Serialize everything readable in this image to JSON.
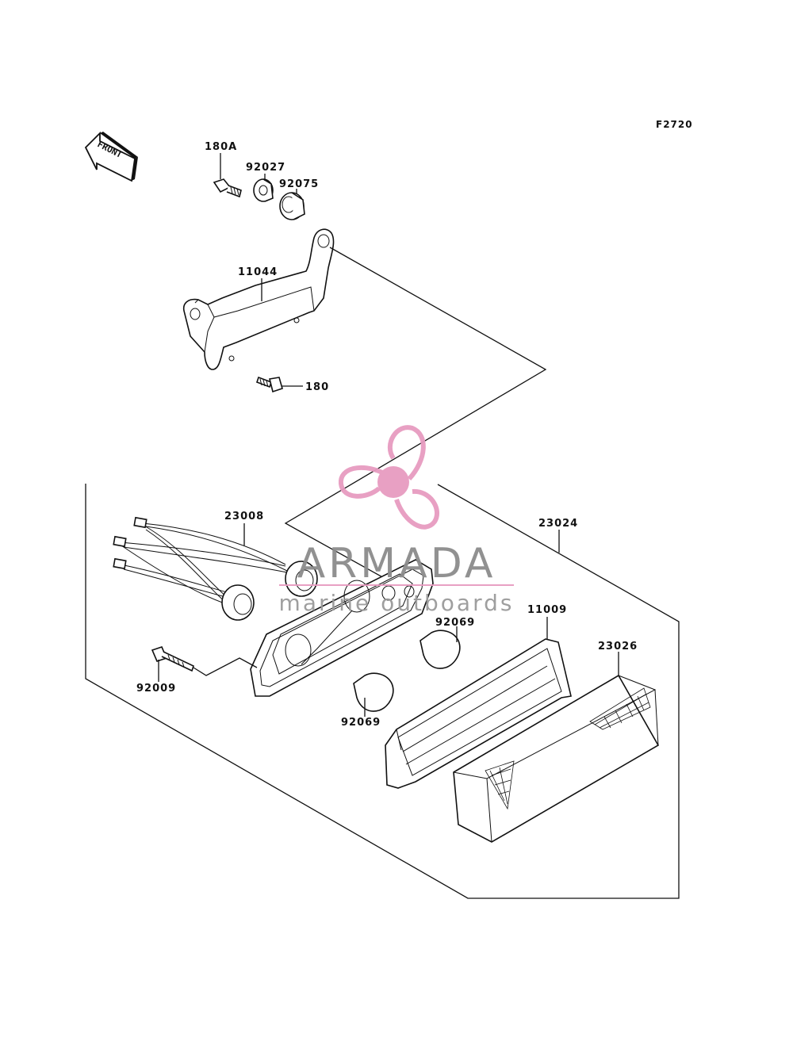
{
  "diagram_code": "F2720",
  "front_label": "FRONT",
  "parts": {
    "p180a": "180A",
    "p92027": "92027",
    "p92075": "92075",
    "p11044": "11044",
    "p180": "180",
    "p23008": "23008",
    "p23024": "23024",
    "p92069a": "92069",
    "p92069b": "92069",
    "p11009": "11009",
    "p23026": "23026",
    "p92009": "92009"
  },
  "watermark": {
    "brand": "ARMADA",
    "tagline": "marine outboards",
    "color_primary": "#e79bc0",
    "color_secondary": "#bdbdbd"
  }
}
